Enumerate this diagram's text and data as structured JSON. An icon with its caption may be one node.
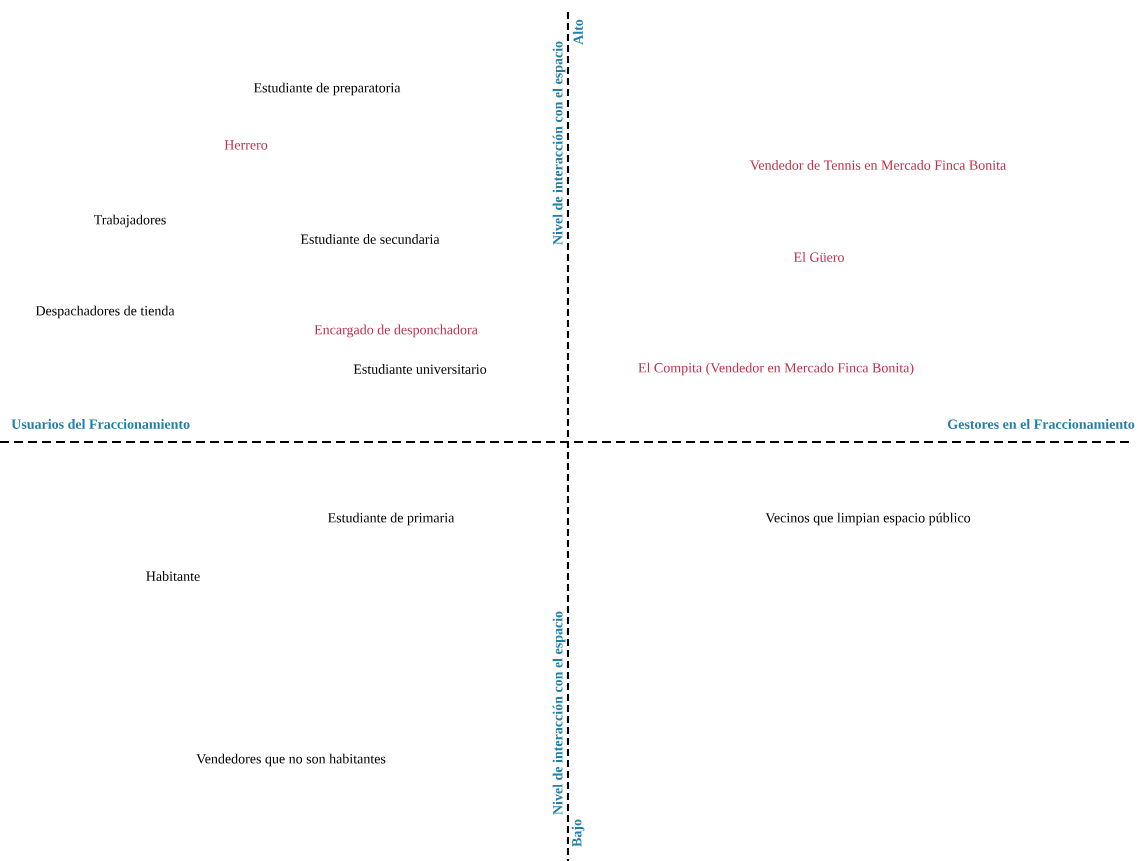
{
  "diagram": {
    "labels": [
      "Alto",
      "Nivel de interacción con el espacio",
      "Estudiante de preparatoria",
      "Herrero",
      "Vendedor de Tennis en Mercado Finca Bonita",
      "Trabajadores",
      "Estudiante de secundaria",
      "El Güero",
      "Despachadores de tienda",
      "Encargado de desponchadora",
      "Estudiante universitario",
      "El Compita (Vendedor en Mercado Finca Bonita)",
      "Usuarios del Fraccionamiento",
      "Gestores en el Fraccionamiento",
      "Estudiante de primaria",
      "Vecinos que limpian espacio público",
      "Habitante",
      "Nivel de interacción con el espacio",
      "Vendedores que no son habitantes",
      "Bajo"
    ]
  }
}
